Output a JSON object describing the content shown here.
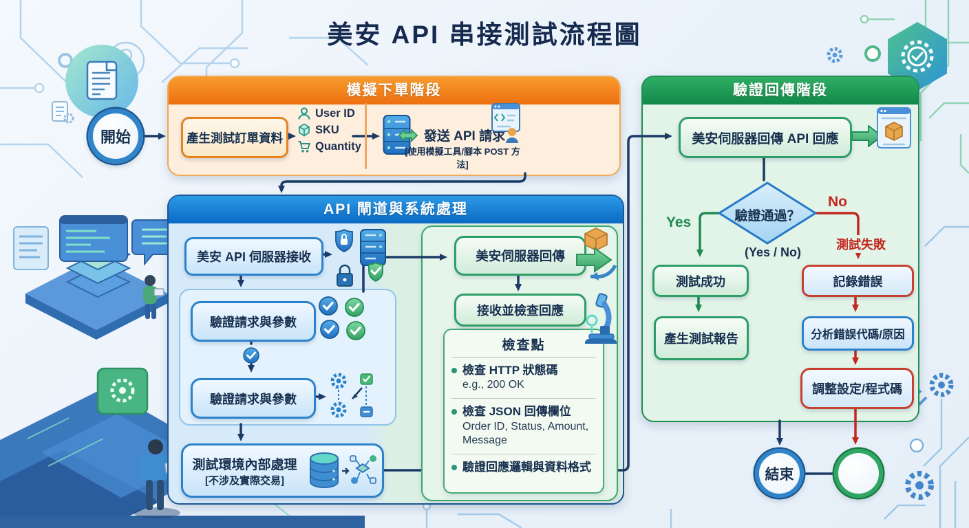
{
  "title": "美安 API 串接測試流程圖",
  "terminals": {
    "start": "開始",
    "end": "結束"
  },
  "phase_order": {
    "header": "模擬下單階段",
    "generate_box": "產生測試訂單資料",
    "fields": [
      {
        "icon": "user-icon",
        "label": "User ID"
      },
      {
        "icon": "package-icon",
        "label": "SKU"
      },
      {
        "icon": "cart-icon",
        "label": "Quantity"
      }
    ],
    "send_request": "發送 API 請求",
    "send_request_note": "[使用模擬工具/腳本 POST 方法]"
  },
  "phase_gateway": {
    "header": "API 閘道與系統處理",
    "receive_box": "美安 API 伺服器接收",
    "validate_box_1": "驗證請求與參數",
    "validate_box_2": "驗證請求與參數",
    "internal_box": "測試環境內部處理",
    "internal_box_note": "[不涉及實際交易]",
    "server_return_box": "美安伺服器回傳",
    "check_response_box": "接收並檢查回應",
    "checkpoints": {
      "header": "檢查點",
      "items": [
        {
          "title": "檢查 HTTP 狀態碼",
          "detail": "e.g., 200 OK"
        },
        {
          "title": "檢查 JSON 回傳欄位",
          "detail": "Order ID, Status, Amount, Message"
        },
        {
          "title": "驗證回應邏輯與資料格式",
          "detail": ""
        }
      ]
    }
  },
  "phase_verify": {
    "header": "驗證回傳階段",
    "response_box": "美安伺服器回傳 API 回應",
    "decision": "驗證通過？",
    "decision_note": "(Yes / No)",
    "yes_label": "Yes",
    "no_label": "No",
    "fail_label": "測試失敗",
    "success_box": "測試成功",
    "report_box": "產生測試報告",
    "log_error_box": "記錄錯誤",
    "analyze_box": "分析錯誤代碼/原因",
    "adjust_box": "調整設定/程式碼"
  },
  "colors": {
    "orange_header": "#ef7a14",
    "blue_header": "#0d6cc6",
    "green_header": "#1f9a54",
    "navy_text": "#17304f",
    "yes_green": "#1e8a4f",
    "no_red": "#c2281e",
    "teal_icon": "#2a9d8f"
  }
}
